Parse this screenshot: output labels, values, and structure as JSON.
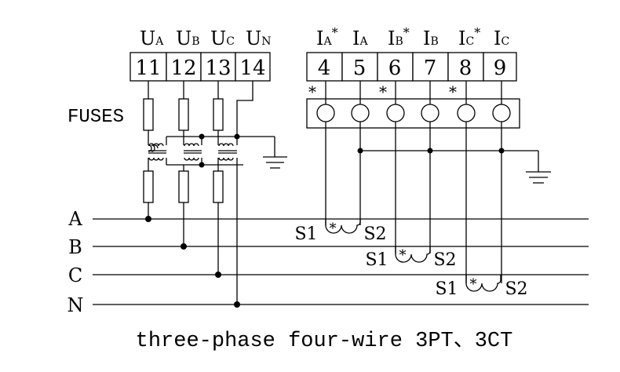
{
  "diagram": {
    "voltage_terminals": [
      {
        "label": "U",
        "sub": "A",
        "number": "11"
      },
      {
        "label": "U",
        "sub": "B",
        "number": "12"
      },
      {
        "label": "U",
        "sub": "C",
        "number": "13"
      },
      {
        "label": "U",
        "sub": "N",
        "number": "14"
      }
    ],
    "current_terminals": [
      {
        "label": "I",
        "sub": "A",
        "star": "*",
        "number": "4"
      },
      {
        "label": "I",
        "sub": "A",
        "star": "",
        "number": "5"
      },
      {
        "label": "I",
        "sub": "B",
        "star": "*",
        "number": "6"
      },
      {
        "label": "I",
        "sub": "B",
        "star": "",
        "number": "7"
      },
      {
        "label": "I",
        "sub": "C",
        "star": "*",
        "number": "8"
      },
      {
        "label": "I",
        "sub": "C",
        "star": "",
        "number": "9"
      }
    ],
    "fuses_label": "FUSES",
    "lines": [
      "A",
      "B",
      "C",
      "N"
    ],
    "ct_coils": [
      {
        "s1": "S1",
        "star": "*",
        "s2": "S2"
      },
      {
        "s1": "S1",
        "star": "*",
        "s2": "S2"
      },
      {
        "s1": "S1",
        "star": "*",
        "s2": "S2"
      }
    ],
    "polarity_mark": "*",
    "caption": "three-phase four-wire 3PT、3CT"
  }
}
